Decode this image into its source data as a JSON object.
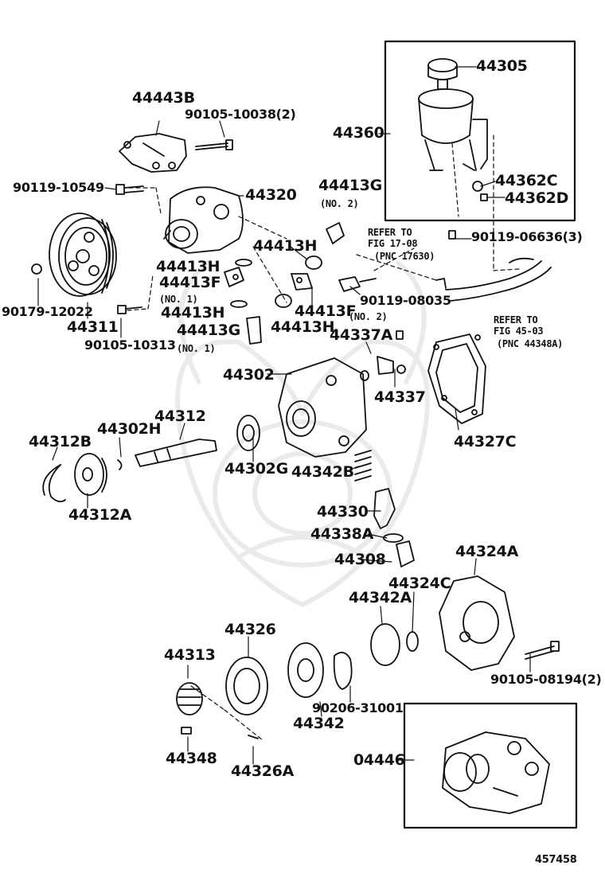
{
  "diagram": {
    "figure_number": "457458",
    "labels": {
      "p44305": "44305",
      "p44360": "44360",
      "p44362C": "44362C",
      "p44362D": "44362D",
      "p44443B": "44443B",
      "p90105_10038": "90105-10038(2)",
      "p44413G_top": "44413G",
      "no2_top": "(NO. 2)",
      "p90119_10549": "90119-10549",
      "p44320": "44320",
      "refer_1_a": "REFER TO",
      "refer_1_b": "FIG 17-08",
      "refer_1_c": "(PNC 17630)",
      "p90119_06636": "90119-06636(3)",
      "p44413H_a": "44413H",
      "p44413H_b": "44413H",
      "p44413F_a": "44413F",
      "no1_a": "(NO. 1)",
      "p44413H_c": "44413H",
      "p44413F_b": "44413F",
      "no2_b": "(NO. 2)",
      "p44413H_d": "44413H",
      "p44413G_b": "44413G",
      "no1_b": "(NO. 1)",
      "p90119_08035": "90119-08035",
      "refer_2_a": "REFER TO",
      "refer_2_b": "FIG 45-03",
      "refer_2_c": "(PNC 44348A)",
      "p90179_12022": "90179-12022",
      "p44311": "44311",
      "p90105_10313": "90105-10313",
      "p44337A": "44337A",
      "p44337": "44337",
      "p44302": "44302",
      "p44327C": "44327C",
      "p44312": "44312",
      "p44312B": "44312B",
      "p44302H": "44302H",
      "p44302G": "44302G",
      "p44342B": "44342B",
      "p44312A": "44312A",
      "p44330": "44330",
      "p44338A": "44338A",
      "p44324A": "44324A",
      "p44308": "44308",
      "p44324C": "44324C",
      "p44342A": "44342A",
      "p44326": "44326",
      "p44313": "44313",
      "p90105_08194": "90105-08194(2)",
      "p90206_31001": "90206-31001",
      "p44342": "44342",
      "p04446": "04446",
      "p44348": "44348",
      "p44326A": "44326A"
    }
  }
}
